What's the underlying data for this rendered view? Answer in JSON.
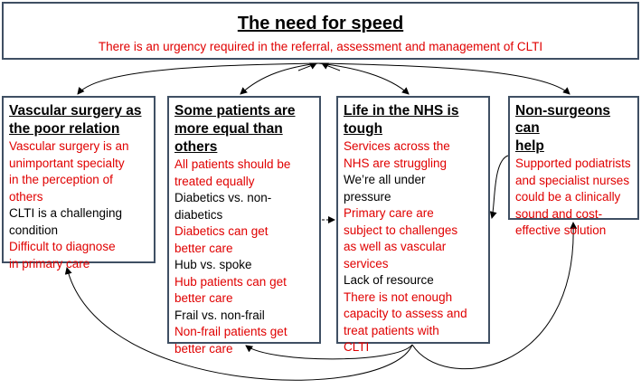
{
  "title": "The need for speed",
  "subtitle": "There is an urgency required in the referral, assessment and management of CLTI",
  "themes": [
    {
      "heading": [
        "Vascular surgery as",
        "the poor relation"
      ],
      "lines": [
        {
          "text": "Vascular surgery is an",
          "color": "red"
        },
        {
          "text": "unimportant specialty",
          "color": "red"
        },
        {
          "text": "in the perception of",
          "color": "red"
        },
        {
          "text": "others",
          "color": "red"
        },
        {
          "text": "CLTI is a challenging",
          "color": "black"
        },
        {
          "text": "condition",
          "color": "black"
        },
        {
          "text": "Difficult to diagnose",
          "color": "red"
        },
        {
          "text": "in primary care",
          "color": "red"
        }
      ]
    },
    {
      "heading": [
        "Some patients are",
        "more equal than",
        "others"
      ],
      "lines": [
        {
          "text": "All patients should be",
          "color": "red"
        },
        {
          "text": "treated equally",
          "color": "red"
        },
        {
          "text": "Diabetics vs. non-",
          "color": "black"
        },
        {
          "text": "diabetics",
          "color": "black"
        },
        {
          "text": "Diabetics can get",
          "color": "red"
        },
        {
          "text": "better care",
          "color": "red"
        },
        {
          "text": "Hub vs. spoke",
          "color": "black"
        },
        {
          "text": "Hub patients can get",
          "color": "red"
        },
        {
          "text": "better care",
          "color": "red"
        },
        {
          "text": "Frail vs. non-frail",
          "color": "black"
        },
        {
          "text": "Non-frail patients get",
          "color": "red"
        },
        {
          "text": "better care",
          "color": "red"
        }
      ]
    },
    {
      "heading": [
        "Life in the NHS is",
        "tough"
      ],
      "lines": [
        {
          "text": "Services across the",
          "color": "red"
        },
        {
          "text": "NHS are struggling",
          "color": "red"
        },
        {
          "text": "We’re all under",
          "color": "black"
        },
        {
          "text": "pressure",
          "color": "black"
        },
        {
          "text": "Primary care are",
          "color": "red"
        },
        {
          "text": "subject to challenges",
          "color": "red"
        },
        {
          "text": "as well as vascular",
          "color": "red"
        },
        {
          "text": "services",
          "color": "red"
        },
        {
          "text": "Lack of resource",
          "color": "black"
        },
        {
          "text": "There is not enough",
          "color": "red"
        },
        {
          "text": "capacity to assess and",
          "color": "red"
        },
        {
          "text": "treat patients with",
          "color": "red"
        },
        {
          "text": "CLTI",
          "color": "red"
        }
      ]
    },
    {
      "heading": [
        "Non-surgeons can",
        "help"
      ],
      "lines": [
        {
          "text": "Supported podiatrists",
          "color": "red"
        },
        {
          "text": "and specialist nurses",
          "color": "red"
        },
        {
          "text": "could be a clinically",
          "color": "red"
        },
        {
          "text": "sound and cost-",
          "color": "red"
        },
        {
          "text": "effective solution",
          "color": "red"
        }
      ]
    }
  ],
  "colors": {
    "red": "#e00000",
    "black": "#000000",
    "border": "#3f4f63"
  }
}
